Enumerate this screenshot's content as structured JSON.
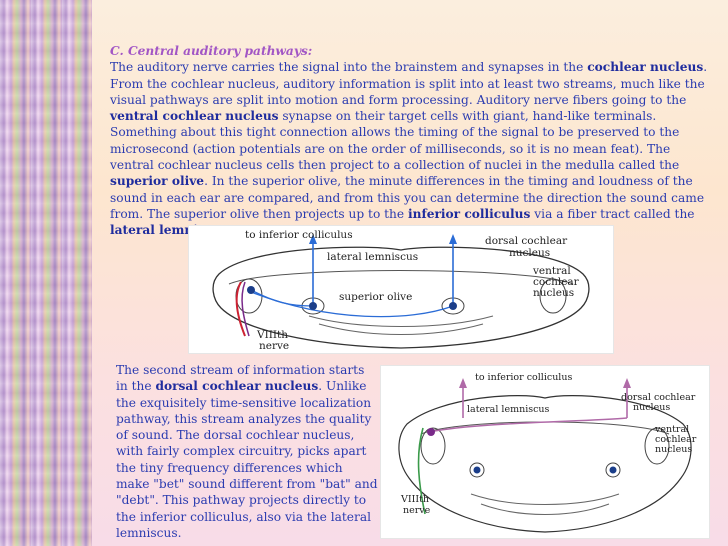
{
  "section": {
    "heading": "C. Central auditory pathways:",
    "p1_a": "The auditory nerve carries the signal into the brainstem and synapses in the ",
    "p1_b1": "cochlear nucleus",
    "p1_c": ". From the cochlear nucleus, auditory information is split into at least two streams, much like the visual pathways are split into motion and form processing. Auditory nerve fibers going to the ",
    "p1_b2": "ventral cochlear nucleus",
    "p1_d": " synapse on their target cells with giant, hand-like terminals. Something about this tight connection allows the timing of the signal to be preserved to the microsecond (action potentials are on the order of milliseconds, so it is no mean feat). The ventral cochlear nucleus cells then project to a collection of nuclei in the medulla called the ",
    "p1_b3": "superior olive",
    "p1_e": ". In the superior olive, the minute differences in the timing and loudness of the sound in each ear are compared, and from this you can determine the direction the sound came from. The superior olive then projects up to the ",
    "p1_b4": "inferior colliculus",
    "p1_f": " via a fiber tract called the ",
    "p1_b5": "lateral lemniscus",
    "p1_g": "."
  },
  "second": {
    "a": "The second stream of information starts in the ",
    "b": "dorsal cochlear nucleus",
    "c": ". Unlike the exquisitely time-sensitive localization pathway, this stream analyzes the quality of sound. The dorsal cochlear nucleus, with fairly complex circuitry, picks apart the tiny frequency differences which make \"bet\" sound different from \"bat\" and \"debt\". This pathway projects directly to the inferior colliculus, also via the lateral lemniscus."
  },
  "figure1": {
    "to_ic": "to inferior colliculus",
    "dorsal_1": "dorsal cochlear",
    "dorsal_2": "nucleus",
    "ventral_1": "ventral",
    "ventral_2": "cochlear",
    "ventral_3": "nucleus",
    "lateral": "lateral lemniscus",
    "olive": "superior olive",
    "nerve_1": "VIIIth",
    "nerve_2": "nerve"
  },
  "figure2": {
    "to_ic": "to inferior colliculus",
    "lateral": "lateral lemniscus",
    "dorsal_1": "dorsal cochlear",
    "dorsal_2": "nucleus",
    "ventral_1": "ventral",
    "ventral_2": "cochlear",
    "ventral_3": "nucleus",
    "nerve_1": "VIIIth",
    "nerve_2": "nerve"
  },
  "colors": {
    "text": "#2a3bb0",
    "heading": "#a256c5",
    "pathway_blue": "#2b6cd6",
    "pathway_red": "#cc2233",
    "pathway_purple": "#7a2a8a"
  }
}
